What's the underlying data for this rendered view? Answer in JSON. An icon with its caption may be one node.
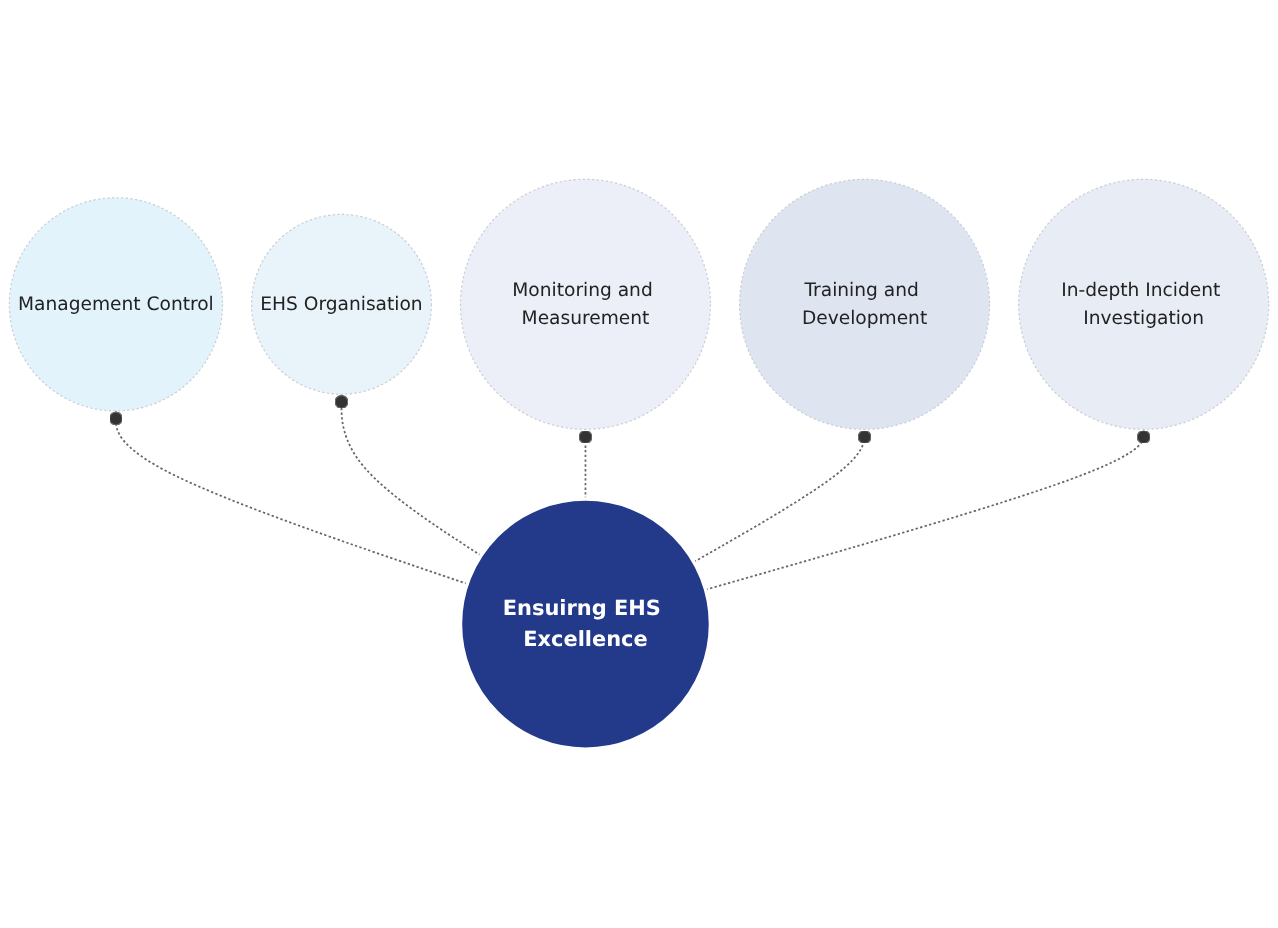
{
  "diagram": {
    "nodes": [
      {
        "text": [
          "Monitoring and Measurement"
        ]
      },
      {
        "text": [
          "Management Control"
        ]
      },
      {
        "text": [
          "EHS Organisation"
        ]
      },
      {
        "text": [
          "Training and Development"
        ]
      },
      {
        "text": [
          "In-depth Incident Investigation"
        ]
      },
      {
        "text": [
          "Ensuirng EHS Excellence"
        ]
      }
    ],
    "edges": [
      {
        "from": 5,
        "to": 1,
        "arrow": "other",
        "style": "dashed"
      },
      {
        "from": 5,
        "to": 2,
        "arrow": "other",
        "style": "dashed"
      },
      {
        "from": 5,
        "to": 0,
        "arrow": "other",
        "style": "dashed"
      },
      {
        "from": 5,
        "to": 3,
        "arrow": "other",
        "style": "dashed"
      },
      {
        "from": 5,
        "to": 4,
        "arrow": "other",
        "style": "dashed"
      }
    ]
  }
}
